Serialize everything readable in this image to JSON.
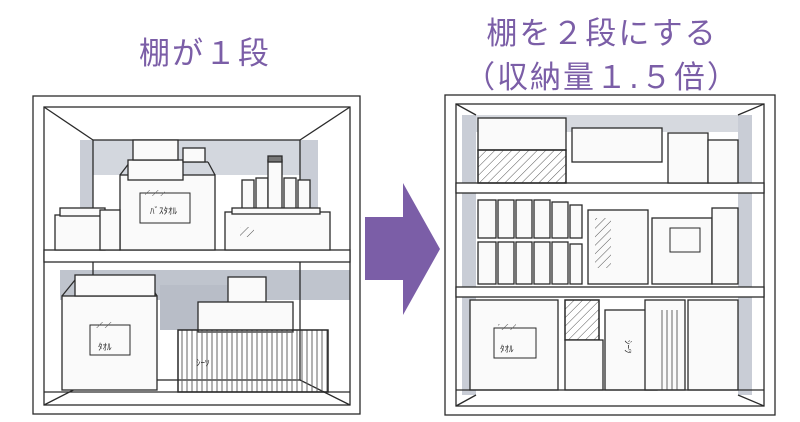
{
  "left": {
    "title": "棚が１段",
    "box_labels": [
      "ﾊﾞｽﾀｵﾙ",
      "ﾀｵﾙ",
      "ｼｰﾂ"
    ]
  },
  "right": {
    "title_line1": "棚を２段にする",
    "title_line2": "（収納量１.５倍）",
    "box_labels": [
      "ﾀｵﾙ",
      "ｼｰﾂ"
    ]
  },
  "colors": {
    "title": "#7b5ea7",
    "arrow": "#7b5ea7",
    "sketch_line": "#2b2b2b",
    "shadow_wash": "#c9cdd6"
  },
  "icons": {
    "arrow": "arrow-right-icon"
  }
}
